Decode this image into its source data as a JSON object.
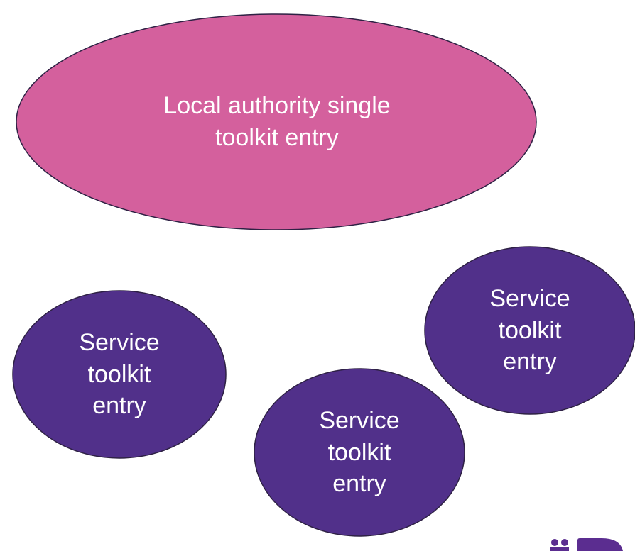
{
  "colors": {
    "local_authority_fill": "#D4609D",
    "service_fill": "#51308A",
    "outline": "#2E2144",
    "text": "#FFFFFF",
    "logo": "#5B2D90"
  },
  "local_authority": {
    "line1": "Local authority single",
    "line2": "toolkit entry"
  },
  "services": [
    {
      "line1": "Service",
      "line2": "toolkit",
      "line3": "entry"
    },
    {
      "line1": "Service",
      "line2": "toolkit",
      "line3": "entry"
    },
    {
      "line1": "Service",
      "line2": "toolkit",
      "line3": "entry"
    }
  ],
  "logo": {
    "icon": "brand-logo-icon"
  }
}
